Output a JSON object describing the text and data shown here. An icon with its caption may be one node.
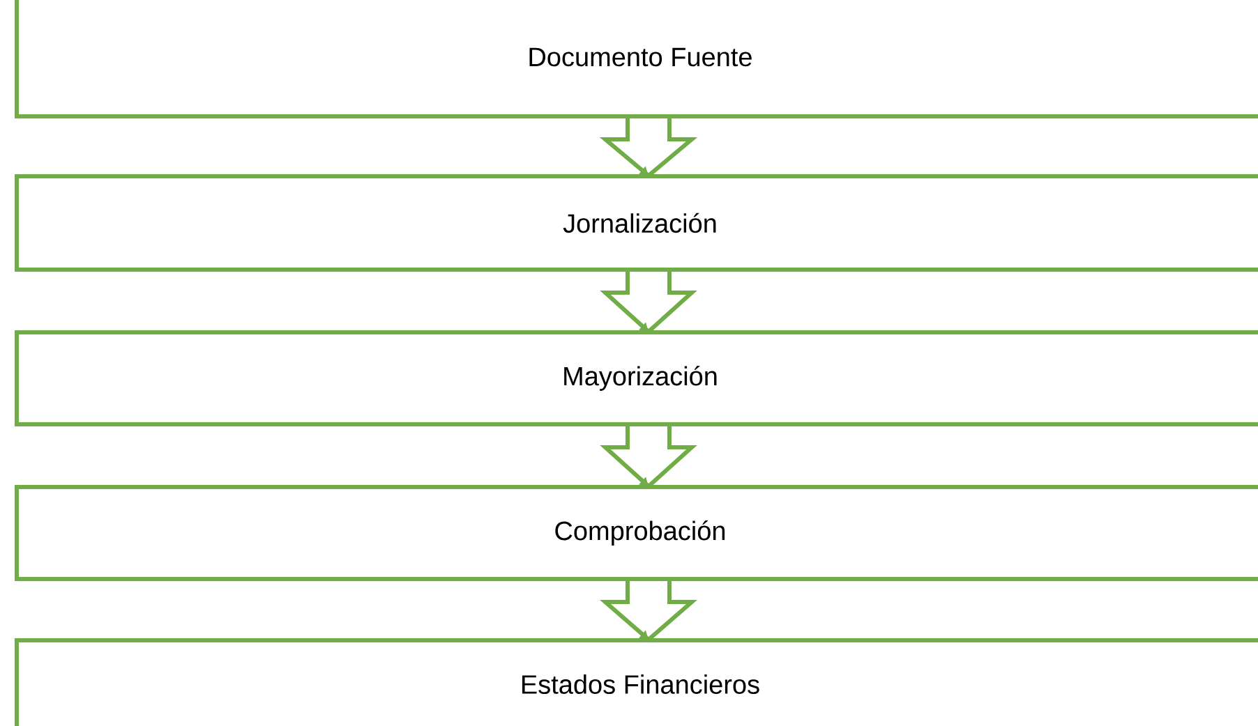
{
  "diagram": {
    "nodes": [
      {
        "text": [
          "Documento Fuente"
        ]
      },
      {
        "text": [
          "Jornalización"
        ]
      },
      {
        "text": [
          "Mayorización"
        ]
      },
      {
        "text": [
          "Comprobación"
        ]
      },
      {
        "text": [
          "Estados Financieros"
        ]
      }
    ],
    "edges": [
      {
        "from": 0,
        "to": 1,
        "arrow": "to"
      },
      {
        "from": 1,
        "to": 2,
        "arrow": "to"
      },
      {
        "from": 2,
        "to": 3,
        "arrow": "to"
      },
      {
        "from": 3,
        "to": 4,
        "arrow": "to"
      }
    ]
  }
}
